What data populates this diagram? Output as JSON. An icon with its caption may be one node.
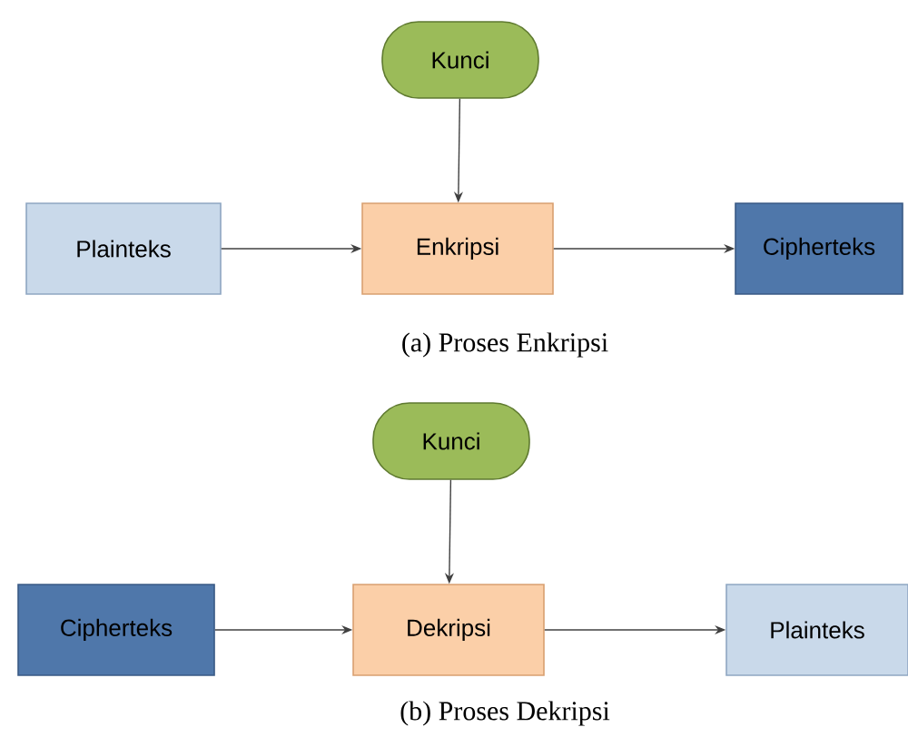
{
  "diagram": {
    "nodes": [
      {
        "text": [
          "Kunci"
        ]
      },
      {
        "text": [
          "Plainteks"
        ]
      },
      {
        "text": [
          "Enkripsi"
        ]
      },
      {
        "text": [
          "Cipherteks"
        ]
      },
      {
        "text": [
          "Kunci"
        ]
      },
      {
        "text": [
          "Cipherteks"
        ]
      },
      {
        "text": [
          "Dekripsi"
        ]
      },
      {
        "text": [
          "Plainteks"
        ]
      }
    ],
    "edges": [
      {
        "from": 0,
        "to": 2,
        "arrow": "to"
      },
      {
        "from": 1,
        "to": 2,
        "arrow": "to"
      },
      {
        "from": 2,
        "to": 3,
        "arrow": "to"
      },
      {
        "from": 4,
        "to": 6,
        "arrow": "to"
      },
      {
        "from": 5,
        "to": 6,
        "arrow": "to"
      },
      {
        "from": 6,
        "to": 7,
        "arrow": "to"
      }
    ],
    "labels": [
      "(a) Proses Enkripsi",
      "(b) Proses Dekripsi"
    ]
  }
}
